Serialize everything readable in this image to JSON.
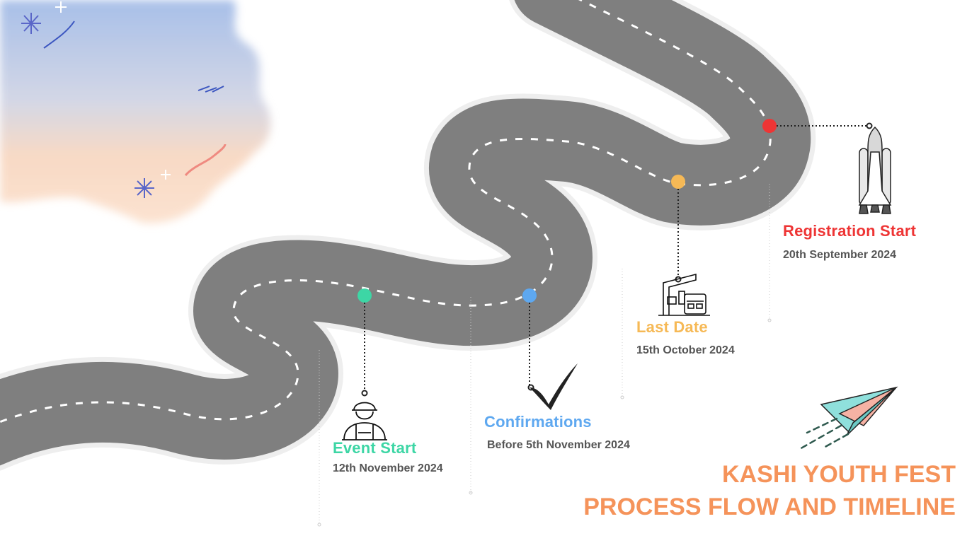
{
  "colors": {
    "road": "#7f7f7f",
    "road_edge": "#eeeeee",
    "lane": "#ffffff",
    "title": "#f5935a",
    "date_text": "#555555"
  },
  "milestones": [
    {
      "key": "registration",
      "title": "Registration Start",
      "date": "20th September 2024",
      "color": "#ee3535",
      "icon": "space-shuttle-icon"
    },
    {
      "key": "last-date",
      "title": "Last Date",
      "date": "15th October 2024",
      "color": "#f6b956",
      "icon": "ticket-office-icon"
    },
    {
      "key": "confirmations",
      "title": "Confirmations",
      "date": "Before 5th November 2024",
      "color": "#5ea8f0",
      "icon": "checkmark-icon"
    },
    {
      "key": "event-start",
      "title": "Event Start",
      "date": "12th November 2024",
      "color": "#3dd6a5",
      "icon": "worker-icon"
    }
  ],
  "heading": {
    "line1": "KASHI YOUTH FEST",
    "line2": "PROCESS FLOW AND TIMELINE"
  },
  "decor": {
    "paper_plane_icon": "paper-plane-icon",
    "watercolor": "watercolor-splash-decoration"
  }
}
